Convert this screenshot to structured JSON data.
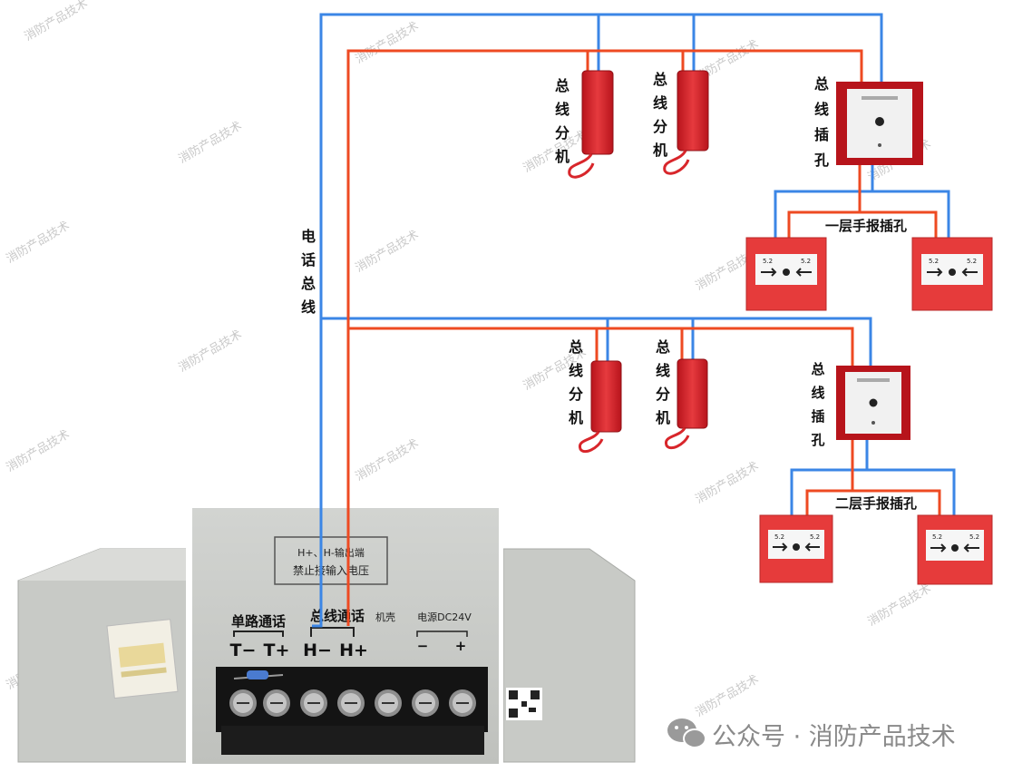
{
  "bus_label": "电话总线",
  "upper_floor": {
    "extension_label": "总线分机",
    "jack_label": "总线插孔",
    "manual_call_point_jack_label": "一层手报插孔"
  },
  "lower_floor": {
    "extension_label": "总线分机",
    "jack_label": "总线插孔",
    "manual_call_point_jack_label": "二层手报插孔"
  },
  "terminal_panel": {
    "warning_line1": "H+、H-输出端",
    "warning_line2": "禁止接输入电压",
    "single_line_call": "单路通话",
    "bus_call": "总线通话",
    "chassis": "机壳",
    "power": "电源DC24V",
    "t_minus": "T−",
    "t_plus": "T+",
    "h_minus": "H−",
    "h_plus": "H+",
    "minus": "−",
    "plus": "+"
  },
  "manual_call_point": {
    "left_code": "5.2",
    "right_code": "5.2"
  },
  "watermark": "消防产品技术",
  "footer_credit": "公众号 · 消防产品技术",
  "colors": {
    "bus_negative_wire": "#3b86e6",
    "bus_positive_wire": "#ee4a22",
    "device_red": "#e23a3a",
    "panel_gray": "#cfd1cd"
  }
}
